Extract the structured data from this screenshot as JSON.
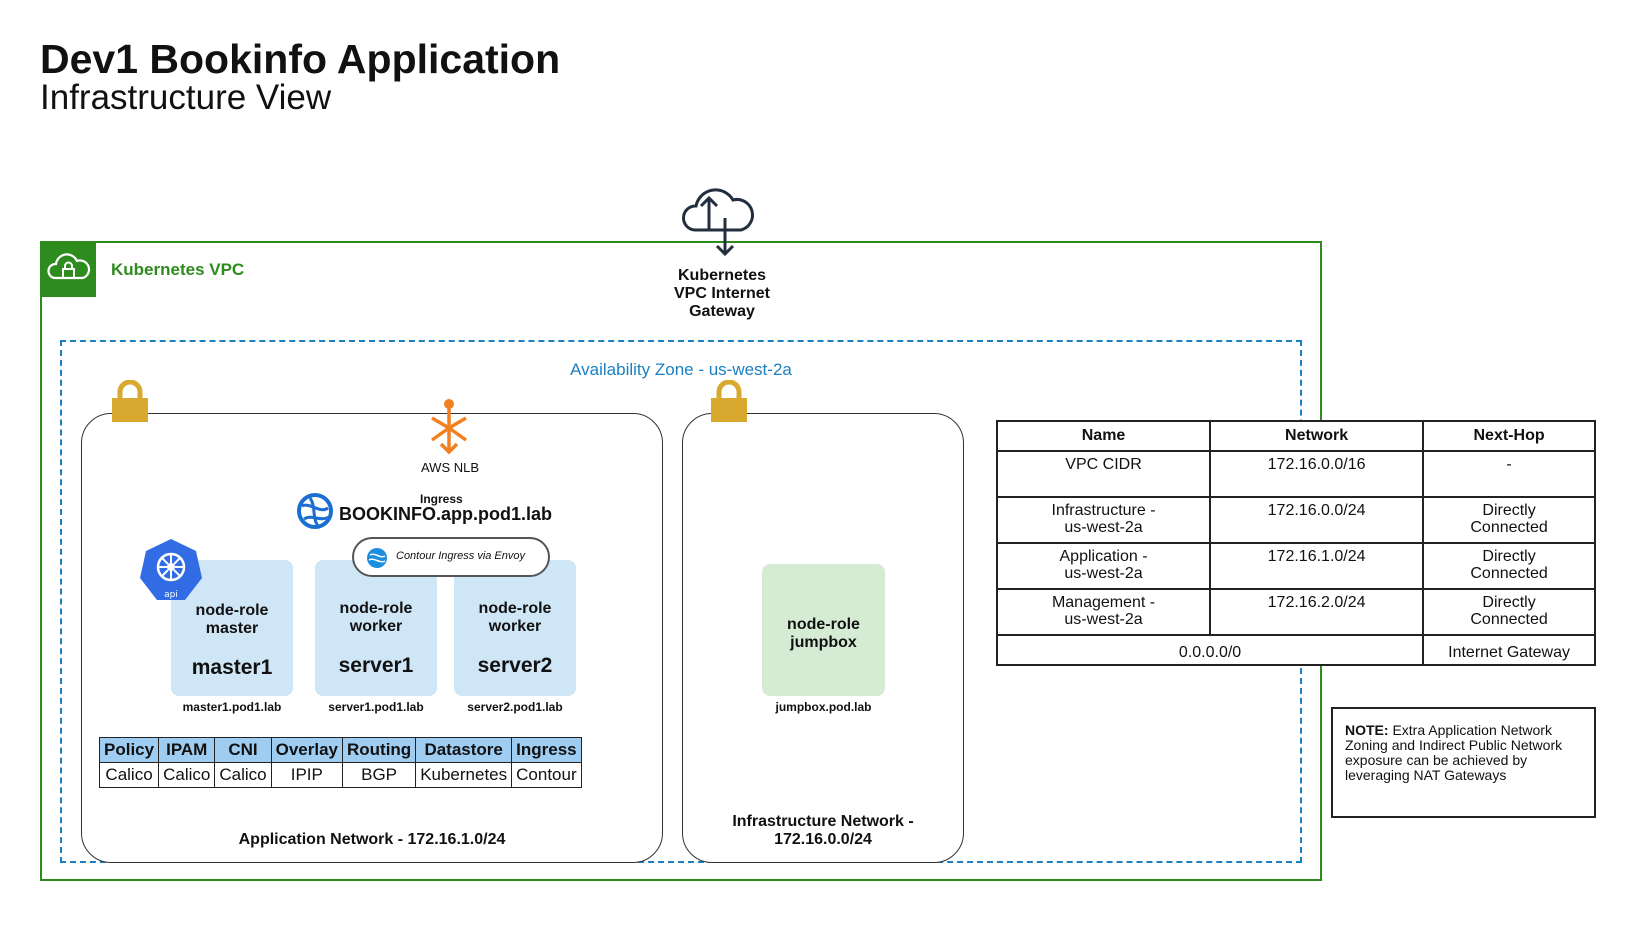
{
  "header": {
    "title": "Dev1 Bookinfo Application",
    "subtitle": "Infrastructure View"
  },
  "vpc": {
    "label": "Kubernetes VPC",
    "gateway_line1": "Kubernetes",
    "gateway_line2": "VPC Internet",
    "gateway_line3": "Gateway"
  },
  "availability_zone": {
    "label": "Availability Zone - us-west-2a"
  },
  "app_network": {
    "label": "Application Network - 172.16.1.0/24",
    "nlb_label": "AWS NLB",
    "ingress_caption": "Ingress",
    "ingress_host": "BOOKINFO.app.pod1.lab",
    "contour_label": "Contour Ingress via Envoy",
    "api_badge": "api",
    "nodes": [
      {
        "role1": "node-role",
        "role2": "master",
        "name": "master1",
        "host": "master1.pod1.lab"
      },
      {
        "role1": "node-role",
        "role2": "worker",
        "name": "server1",
        "host": "server1.pod1.lab"
      },
      {
        "role1": "node-role",
        "role2": "worker",
        "name": "server2",
        "host": "server2.pod1.lab"
      }
    ],
    "config_table": {
      "headers": [
        "Policy",
        "IPAM",
        "CNI",
        "Overlay",
        "Routing",
        "Datastore",
        "Ingress"
      ],
      "values": [
        "Calico",
        "Calico",
        "Calico",
        "IPIP",
        "BGP",
        "Kubernetes",
        "Contour"
      ]
    }
  },
  "infra_network": {
    "label_line1": "Infrastructure Network -",
    "label_line2": "172.16.0.0/24",
    "node": {
      "role1": "node-role",
      "role2": "jumpbox",
      "host": "jumpbox.pod.lab"
    }
  },
  "routes_table": {
    "headers": [
      "Name",
      "Network",
      "Next-Hop"
    ],
    "rows": [
      {
        "name1": "VPC CIDR",
        "name2": "",
        "network": "172.16.0.0/16",
        "hop1": "-",
        "hop2": ""
      },
      {
        "name1": "Infrastructure -",
        "name2": "us-west-2a",
        "network": "172.16.0.0/24",
        "hop1": "Directly",
        "hop2": "Connected"
      },
      {
        "name1": "Application -",
        "name2": "us-west-2a",
        "network": "172.16.1.0/24",
        "hop1": "Directly",
        "hop2": "Connected"
      },
      {
        "name1": "Management -",
        "name2": "us-west-2a",
        "network": "172.16.2.0/24",
        "hop1": "Directly",
        "hop2": "Connected"
      }
    ],
    "default_route": {
      "network": "0.0.0.0/0",
      "hop": "Internet Gateway"
    }
  },
  "note": {
    "bold": "NOTE:",
    "text": " Extra Application Network Zoning and Indirect Public Network exposure can be achieved by leveraging NAT Gateways"
  },
  "colors": {
    "vpc_green": "#2e8b1e",
    "az_blue": "#1b7fc1",
    "lock_gold": "#d9a82e",
    "nlb_orange": "#f08020",
    "node_blue": "#cfe6f7",
    "node_green": "#d5ebd3",
    "k8s_blue": "#326ce5"
  },
  "icons": [
    "cloud-upload-icon",
    "vpc-cloud-lock-icon",
    "lock-icon",
    "nlb-icon",
    "ingress-globe-icon",
    "contour-icon",
    "kubernetes-api-icon"
  ]
}
